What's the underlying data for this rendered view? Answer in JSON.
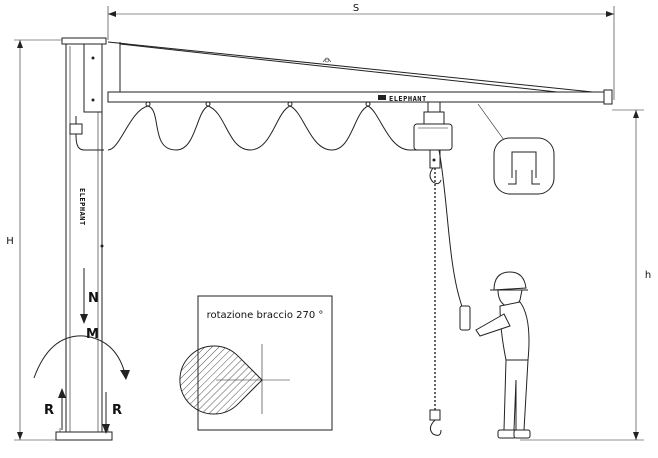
{
  "dimensions": {
    "span": "S",
    "total_height": "H",
    "hook_height": "h"
  },
  "forces": {
    "normal": "N",
    "moment": "M",
    "reaction_left": "R",
    "reaction_right": "R"
  },
  "brand": {
    "arm_logo": "ELEPHANT",
    "column_logo": "ELEPHANT"
  },
  "rotation_box": {
    "label": "rotazione braccio 270 °",
    "rotation_degrees": 270
  }
}
